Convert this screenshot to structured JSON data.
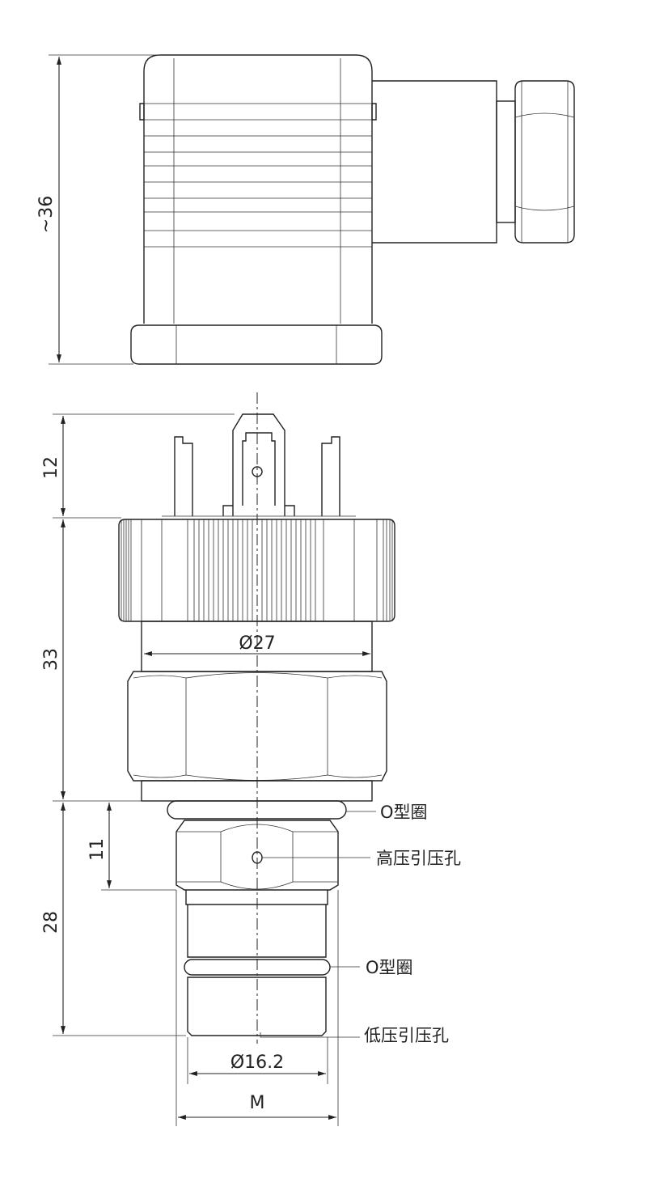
{
  "dimensions": {
    "connector_height": "~36",
    "pin_height": "12",
    "body_height": "33",
    "body_diameter": "Ø27",
    "thread_section": "11",
    "fitting_height": "28",
    "fitting_diameter": "Ø16.2",
    "thread": "M"
  },
  "callouts": {
    "o_ring_top": "O型圈",
    "high_pressure_port": "高压引压孔",
    "o_ring_bottom": "O型圈",
    "low_pressure_port": "低压引压孔"
  }
}
